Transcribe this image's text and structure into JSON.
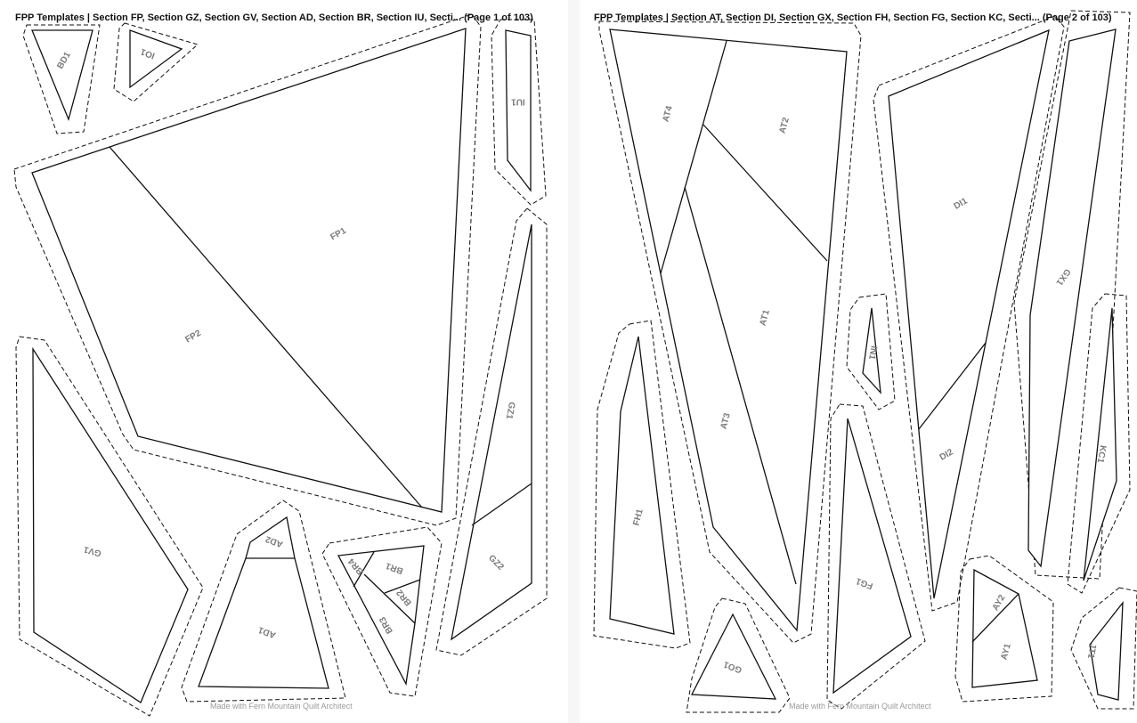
{
  "pages": [
    {
      "title": "FPP Templates | Section FP, Section GZ, Section GV, Section AD, Section BR, Section IU, Secti... (Page 1 of 103)",
      "footer": "Made with Fern Mountain Quilt Architect",
      "pieces": [
        "BD1",
        "IO1",
        "IU1",
        "FP1",
        "FP2",
        "GZ1",
        "GZ2",
        "GV1",
        "AD2",
        "AD1",
        "BR4",
        "BR1",
        "BR2",
        "BR3"
      ]
    },
    {
      "title": "FPP Templates | Section AT, Section DI, Section GX, Section FH, Section FG, Section KC, Secti... (Page 2 of 103)",
      "footer": "Made with Fern Mountain Quilt Architect",
      "pieces": [
        "AT4",
        "AT2",
        "AT1",
        "AT3",
        "DI1",
        "DI2",
        "GX1",
        "IN1",
        "FH1",
        "FG1",
        "GO1",
        "KC1",
        "AY2",
        "AY1",
        "JT1"
      ]
    }
  ]
}
